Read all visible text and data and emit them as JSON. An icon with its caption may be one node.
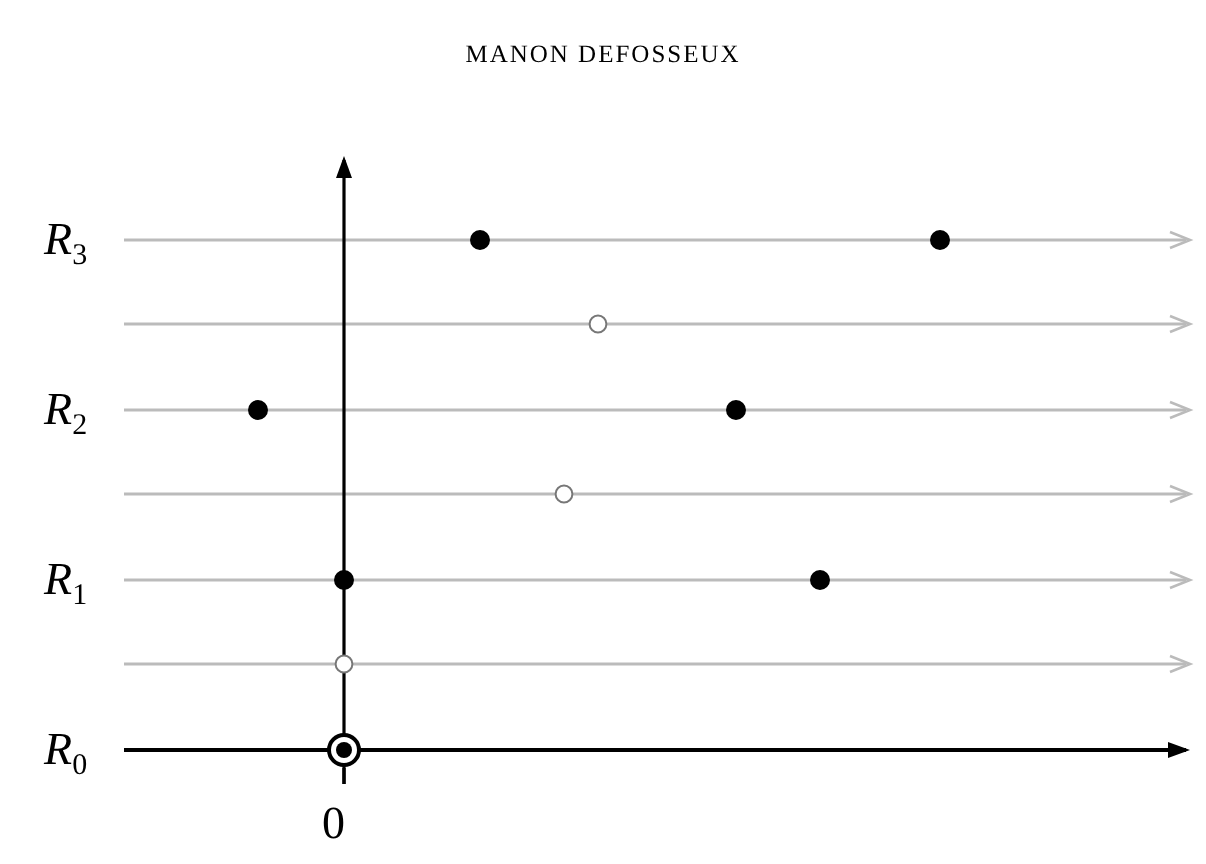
{
  "diagram": {
    "title": "MANON DEFOSSEUX",
    "labels": [
      "R$_{3}$",
      "R$_{2}$",
      "R$_{1}$",
      "R$_{0}$",
      "0"
    ]
  }
}
